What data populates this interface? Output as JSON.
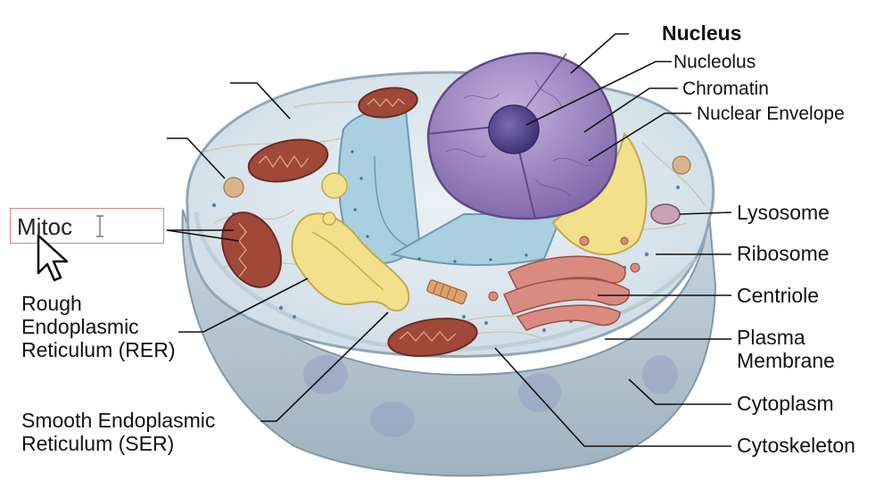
{
  "diagram": {
    "labels": {
      "nucleus": "Nucleus",
      "nucleolus": "Nucleolus",
      "chromatin": "Chromatin",
      "nuclear_envelope": "Nuclear Envelope",
      "lysosome": "Lysosome",
      "ribosome": "Ribosome",
      "centriole": "Centriole",
      "plasma_membrane": [
        "Plasma",
        "Membrane"
      ],
      "cytoplasm": "Cytoplasm",
      "cytoskeleton": "Cytoskeleton",
      "rer": [
        "Rough",
        "Endoplasmic",
        "Reticulum (RER)"
      ],
      "ser": [
        "Smooth Endoplasmic",
        "Reticulum (SER)"
      ]
    },
    "answer_field": {
      "value": "Mitoc"
    },
    "colors": {
      "cytoplasm": "#d6e3ea",
      "membrane": "#a9bccb",
      "nucleus": "#a98fc4",
      "nucleolus": "#5a4c8c",
      "rough_er": "#a9cfe0",
      "smooth_er": "#f2e08a",
      "mitochondria": "#a0483a",
      "golgi": "#d98b80",
      "answer_border": "#d9848a"
    }
  }
}
